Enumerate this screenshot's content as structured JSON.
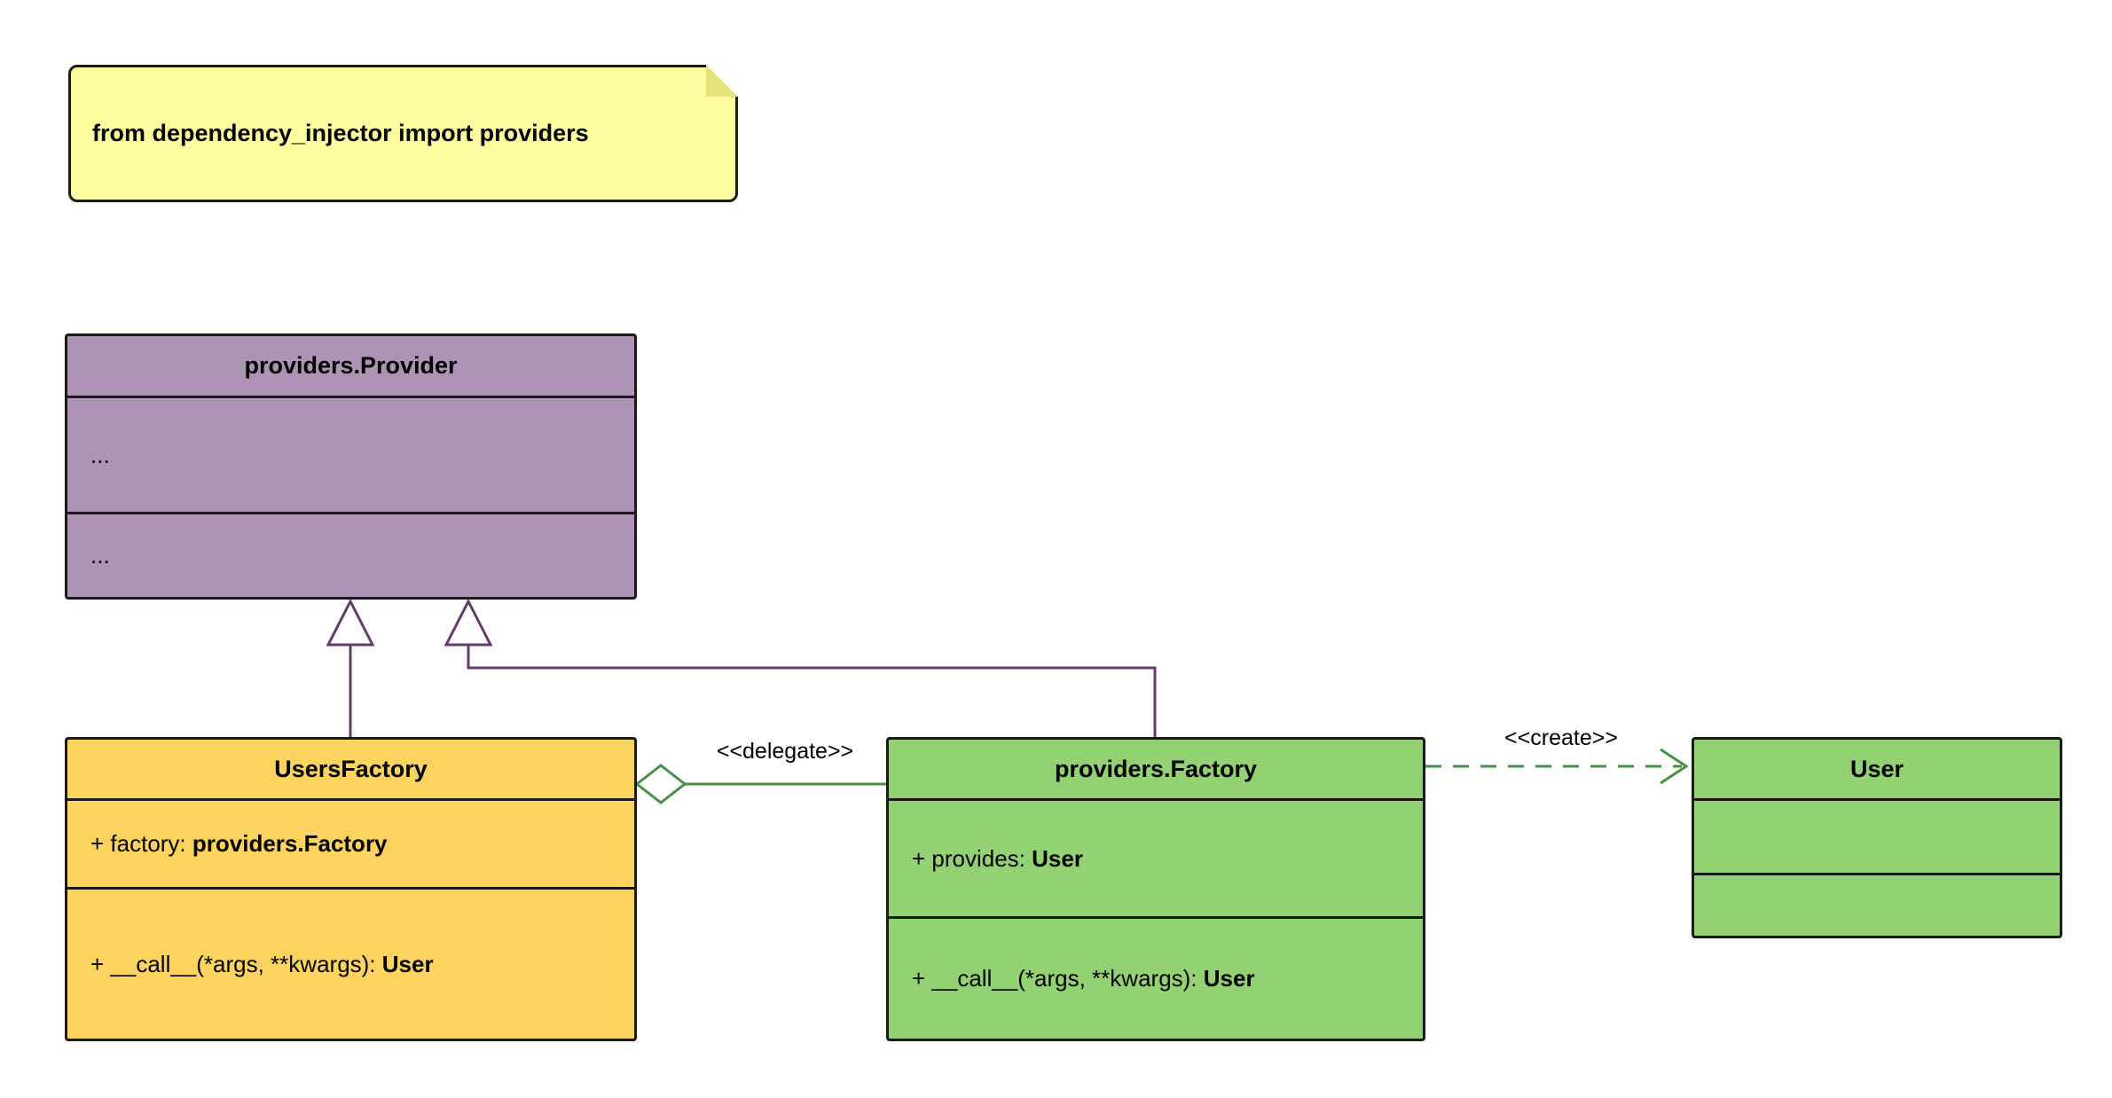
{
  "note": {
    "text": "from dependency_injector import providers"
  },
  "classes": {
    "provider": {
      "title": "providers.Provider",
      "rows": [
        "...",
        "..."
      ]
    },
    "users_factory": {
      "title": "UsersFactory",
      "attr_label": "+ factory: ",
      "attr_type": "providers.Factory",
      "method_label": "+ __call__(*args, **kwargs): ",
      "method_type": "User"
    },
    "factory": {
      "title": "providers.Factory",
      "attr_label": "+ provides: ",
      "attr_type": "User",
      "method_label": "+ __call__(*args, **kwargs): ",
      "method_type": "User"
    },
    "user": {
      "title": "User"
    }
  },
  "edges": {
    "delegate_label": "<<delegate>>",
    "create_label": "<<create>>"
  },
  "colors": {
    "note_bg": "#FCFC9E",
    "note_fold": "#E3E378",
    "purple_bg": "#AF93B6",
    "yellow_bg": "#FCD35E",
    "green_bg": "#93D272",
    "purple_line": "#643A6B",
    "green_line": "#479147",
    "border": "#1A1A1A",
    "text": "#000000"
  }
}
